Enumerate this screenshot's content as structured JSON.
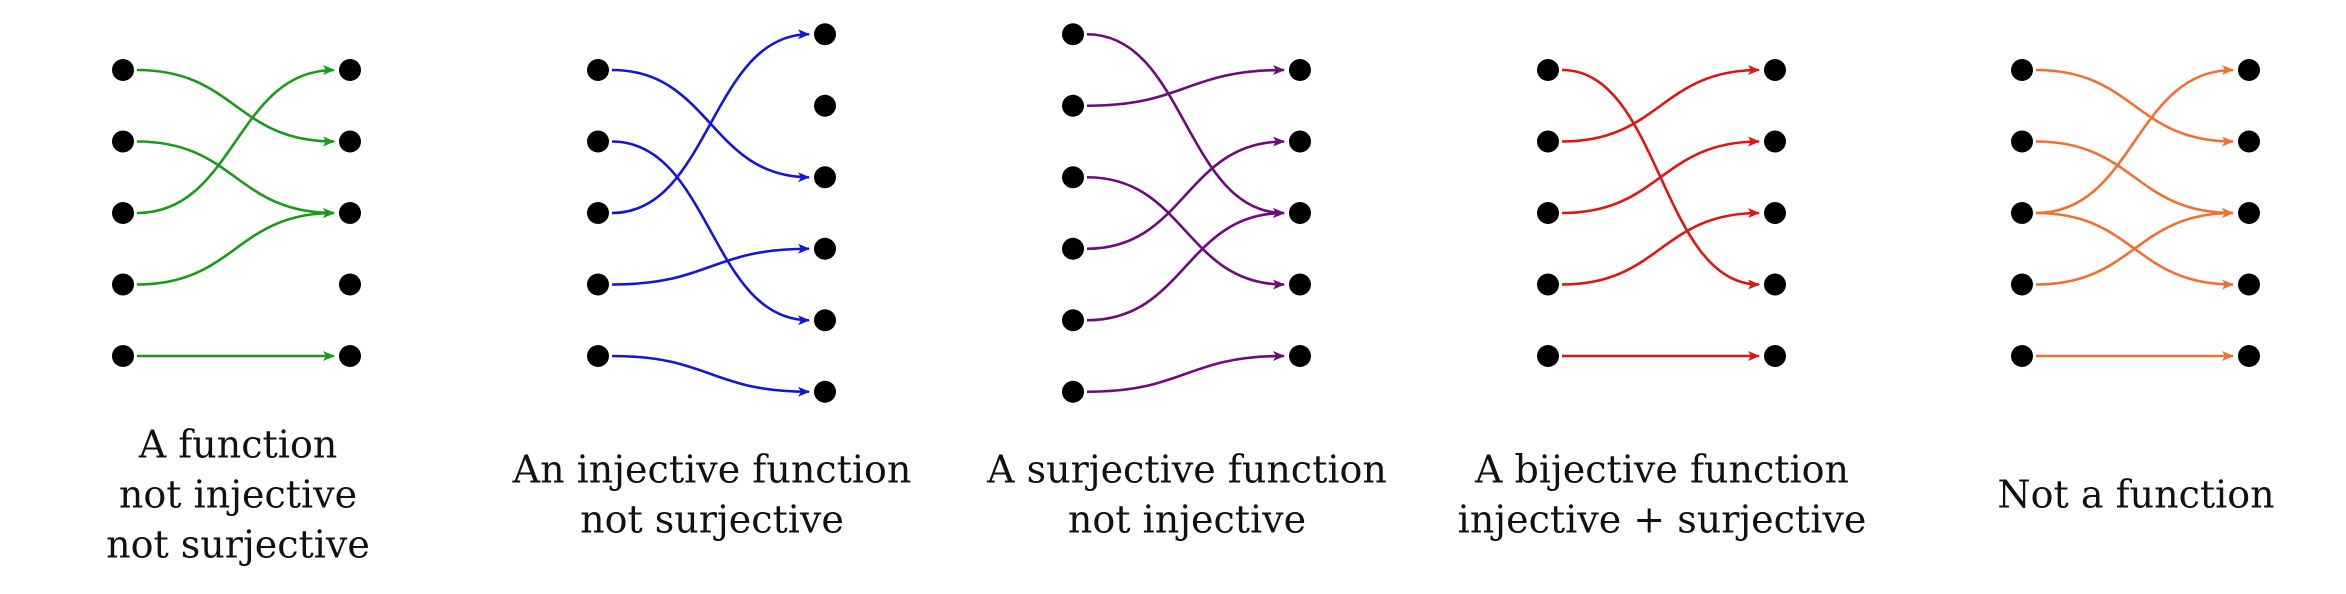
{
  "panels": [
    {
      "id": "function",
      "color": "#1a9a1a",
      "left_count": 5,
      "right_count": 5,
      "left_offset": 0,
      "right_offset": 0,
      "arrows": [
        [
          0,
          1
        ],
        [
          1,
          2
        ],
        [
          2,
          0
        ],
        [
          3,
          2
        ],
        [
          4,
          4
        ]
      ],
      "caption": [
        "A function",
        "not injective",
        "not surjective"
      ]
    },
    {
      "id": "injective",
      "color": "#1515d6",
      "left_count": 5,
      "right_count": 6,
      "left_offset": 0,
      "right_offset": -0.5,
      "arrows": [
        [
          0,
          2
        ],
        [
          1,
          4
        ],
        [
          2,
          0
        ],
        [
          3,
          3
        ],
        [
          4,
          5
        ]
      ],
      "caption": [
        "An injective function",
        "not surjective"
      ]
    },
    {
      "id": "surjective",
      "color": "#6e0a7a",
      "left_count": 6,
      "right_count": 5,
      "left_offset": -0.5,
      "right_offset": 0,
      "arrows": [
        [
          0,
          2
        ],
        [
          1,
          0
        ],
        [
          2,
          3
        ],
        [
          3,
          1
        ],
        [
          4,
          2
        ],
        [
          5,
          4
        ]
      ],
      "caption": [
        "A surjective function",
        "not injective"
      ]
    },
    {
      "id": "bijective",
      "color": "#e01414",
      "left_count": 5,
      "right_count": 5,
      "left_offset": 0,
      "right_offset": 0,
      "arrows": [
        [
          0,
          3
        ],
        [
          1,
          0
        ],
        [
          2,
          1
        ],
        [
          3,
          2
        ],
        [
          4,
          4
        ]
      ],
      "caption": [
        "A bijective function",
        "injective + surjective"
      ]
    },
    {
      "id": "not-function",
      "color": "#f07030",
      "left_count": 5,
      "right_count": 5,
      "left_offset": 0,
      "right_offset": 0,
      "arrows": [
        [
          0,
          1
        ],
        [
          1,
          2
        ],
        [
          2,
          0
        ],
        [
          2,
          3
        ],
        [
          3,
          2
        ],
        [
          4,
          4
        ]
      ],
      "caption": [
        "Not a function"
      ]
    }
  ]
}
